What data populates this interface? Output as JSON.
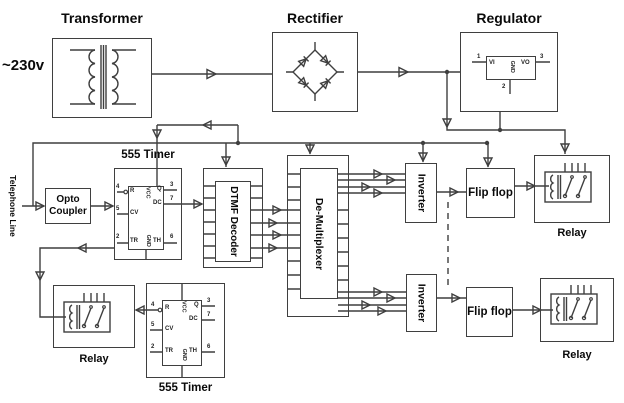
{
  "diagram": {
    "source_label": "~230v",
    "telephone_label": "Telephone Line",
    "transformer": {
      "title": "Transformer"
    },
    "rectifier": {
      "title": "Rectifier"
    },
    "regulator": {
      "title": "Regulator",
      "pin_vi": "VI",
      "pin_vo": "VO",
      "pin_gnd": "GND",
      "num_in": "1",
      "num_out": "3",
      "num_gnd": "2"
    },
    "timer_top": {
      "label": "555 Timer"
    },
    "timer_bottom": {
      "label": "555 Timer"
    },
    "ic555": {
      "pin_r": "R",
      "pin_cv": "CV",
      "pin_tr": "TR",
      "pin_q": "Q",
      "pin_dc": "DC",
      "pin_th": "TH",
      "pin_vcc": "VCC",
      "pin_gnd": "GND",
      "num_r": "4",
      "num_cv": "5",
      "num_tr": "2",
      "num_q": "3",
      "num_dc": "7",
      "num_th": "6"
    },
    "opto": {
      "line1": "Opto",
      "line2": "Coupler"
    },
    "dtmf": {
      "label": "DTMF Decoder"
    },
    "demux": {
      "label": "De-Multiplexer"
    },
    "inverter_top": {
      "label": "Inverter"
    },
    "inverter_bottom": {
      "label": "Inverter"
    },
    "flipflop_top": {
      "label": "Flip flop"
    },
    "flipflop_bottom": {
      "label": "Flip flop"
    },
    "relay_top_right": {
      "label": "Relay"
    },
    "relay_bottom_left": {
      "label": "Relay"
    },
    "relay_bottom_right": {
      "label": "Relay"
    },
    "colors": {
      "line": "#3f3f3f",
      "text": "#0a0a0a",
      "background": "#ffffff"
    }
  }
}
